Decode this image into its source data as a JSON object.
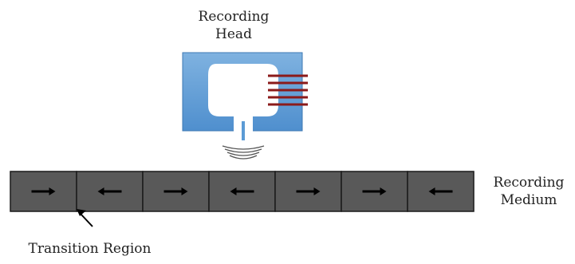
{
  "labels": {
    "head": [
      "Recording",
      "Head"
    ],
    "medium": [
      "Recording",
      "Medium"
    ],
    "transition": "Transition Region"
  },
  "medium": {
    "domains": [
      "right",
      "left",
      "right",
      "left",
      "right",
      "right",
      "left"
    ],
    "fill_color": "#595959",
    "border_color": "#1a1a1a",
    "arrow_color": "#000000"
  },
  "head": {
    "body_color": "#5b9bd5",
    "body_color_dark": "#4a86c0",
    "core_color": "#ffffff",
    "coil_color": "#8b1a1a",
    "coil_turns": 5,
    "field_lines": 4
  },
  "pointer": {
    "color": "#000000"
  },
  "colors": {
    "text": "#222222"
  }
}
